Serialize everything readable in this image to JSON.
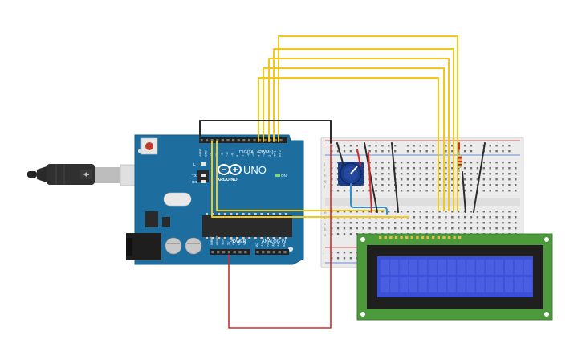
{
  "arduino": {
    "label_uno": "UNO",
    "label_brand": "ARDUINO",
    "label_digital": "DIGITAL (PWM~)",
    "label_power": "POWER",
    "label_analog": "ANALOG IN",
    "label_on": "ON",
    "label_l": "L",
    "label_tx": "TX",
    "label_rx": "RX",
    "digital_pins": [
      "AREF",
      "GND",
      "13",
      "12",
      "~11",
      "~10",
      "~9",
      "8",
      "7",
      "~6",
      "~5",
      "4",
      "~3",
      "2",
      "TX 1",
      "RX 0"
    ],
    "power_pins": [
      "IOREF",
      "RESET",
      "3.3V",
      "5V",
      "GND",
      "GND",
      "VIN"
    ],
    "analog_pins": [
      "A0",
      "A1",
      "A2",
      "A3",
      "A4",
      "A5"
    ]
  },
  "breadboard": {
    "row_labels_top": [
      "j",
      "i",
      "h",
      "g",
      "f"
    ],
    "row_labels_bottom": [
      "e",
      "d",
      "c",
      "b",
      "a"
    ],
    "rail_plus": "+",
    "rail_minus": "-"
  },
  "colors": {
    "wire_yellow": "#f2c81a",
    "wire_black": "#2b2b2b",
    "wire_red": "#d42a2a",
    "wire_blue": "#2f8fd0",
    "arduino_board": "#1d6e9e",
    "lcd_pcb": "#4c9a3c",
    "lcd_screen": "#3b4fd8",
    "breadboard": "#ebebeb"
  }
}
